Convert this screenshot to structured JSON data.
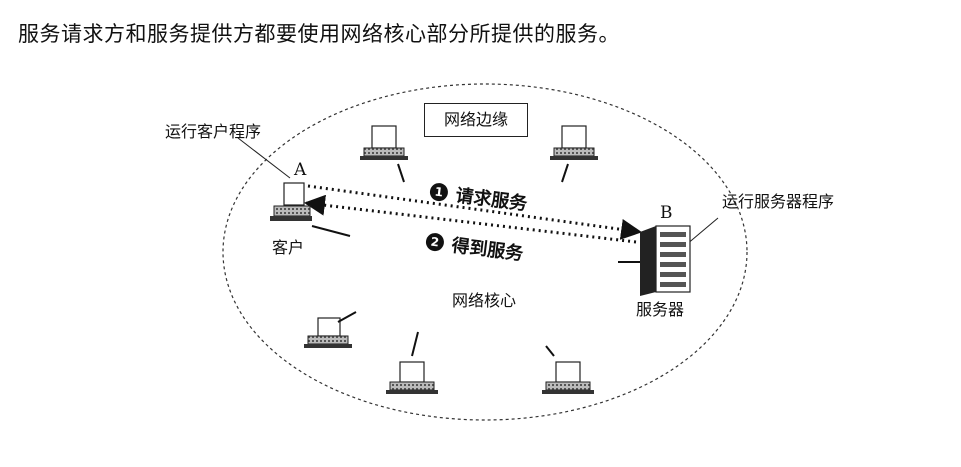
{
  "intro_text": "服务请求方和服务提供方都要使用网络核心部分所提供的服务。",
  "edge_label": "网络边缘",
  "core_label": "网络核心",
  "client": {
    "annotation": "运行客户程序",
    "letter": "A",
    "caption": "客户"
  },
  "server": {
    "annotation": "运行服务器程序",
    "letter": "B",
    "caption": "服务器"
  },
  "steps": [
    {
      "number": "1",
      "label": "请求服务"
    },
    {
      "number": "2",
      "label": "得到服务"
    }
  ]
}
